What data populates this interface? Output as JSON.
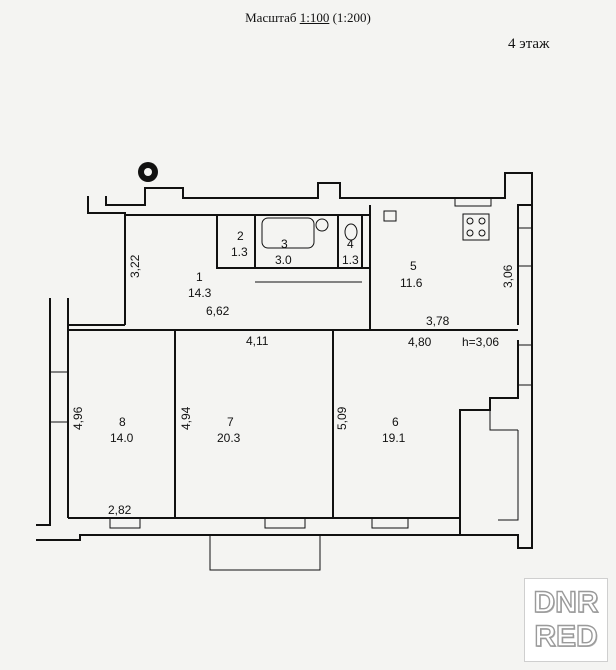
{
  "header": {
    "scale_prefix": "Масштаб ",
    "scale_main": "1:100",
    "scale_alt": " (1:200)"
  },
  "floor_label": "4 этаж",
  "rooms": [
    {
      "num": "1",
      "area": "14.3"
    },
    {
      "num": "2",
      "area": "1.3"
    },
    {
      "num": "3",
      "area": "3.0"
    },
    {
      "num": "4",
      "area": "1.3"
    },
    {
      "num": "5",
      "area": "11.6"
    },
    {
      "num": "6",
      "area": "19.1"
    },
    {
      "num": "7",
      "area": "20.3"
    },
    {
      "num": "8",
      "area": "14.0"
    }
  ],
  "dimensions": {
    "d322": "3,22",
    "d662": "6,62",
    "d306": "3,06",
    "d378": "3,78",
    "d411": "4,11",
    "d480": "4,80",
    "height": "h=3,06",
    "d496": "4,96",
    "d494": "4,94",
    "d509": "5,09",
    "d282": "2,82"
  },
  "watermark": {
    "line1": "DNR",
    "line2": "RED"
  }
}
